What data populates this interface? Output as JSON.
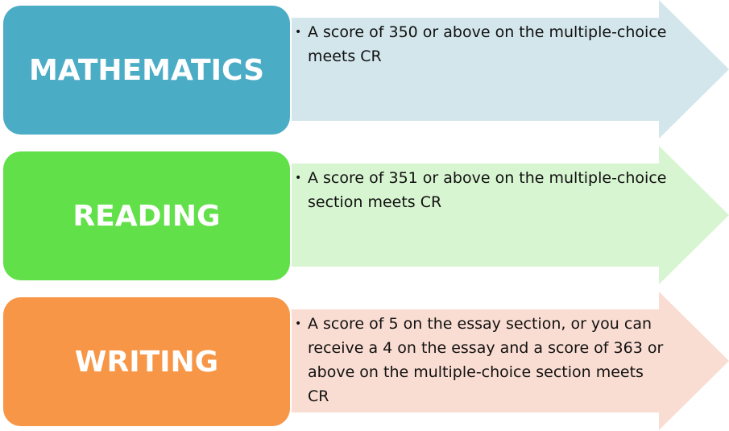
{
  "rows": [
    {
      "subject": "MATHEMATICS",
      "box_color": "#4BACC6",
      "arrow_color": "#D3E6EC",
      "bullet": "A score of 350 or above on the multiple-choice meets CR"
    },
    {
      "subject": "READING",
      "box_color": "#62E04A",
      "arrow_color": "#D8F5D1",
      "bullet": "A score of 351 or above on the multiple-choice section meets CR"
    },
    {
      "subject": "WRITING",
      "box_color": "#F79646",
      "arrow_color": "#FADDD2",
      "bullet": "A score of 5 on the essay section, or you can receive a 4 on the essay and a score of 363 or above on the multiple-choice section meets CR"
    }
  ],
  "bullet_glyph": "•"
}
